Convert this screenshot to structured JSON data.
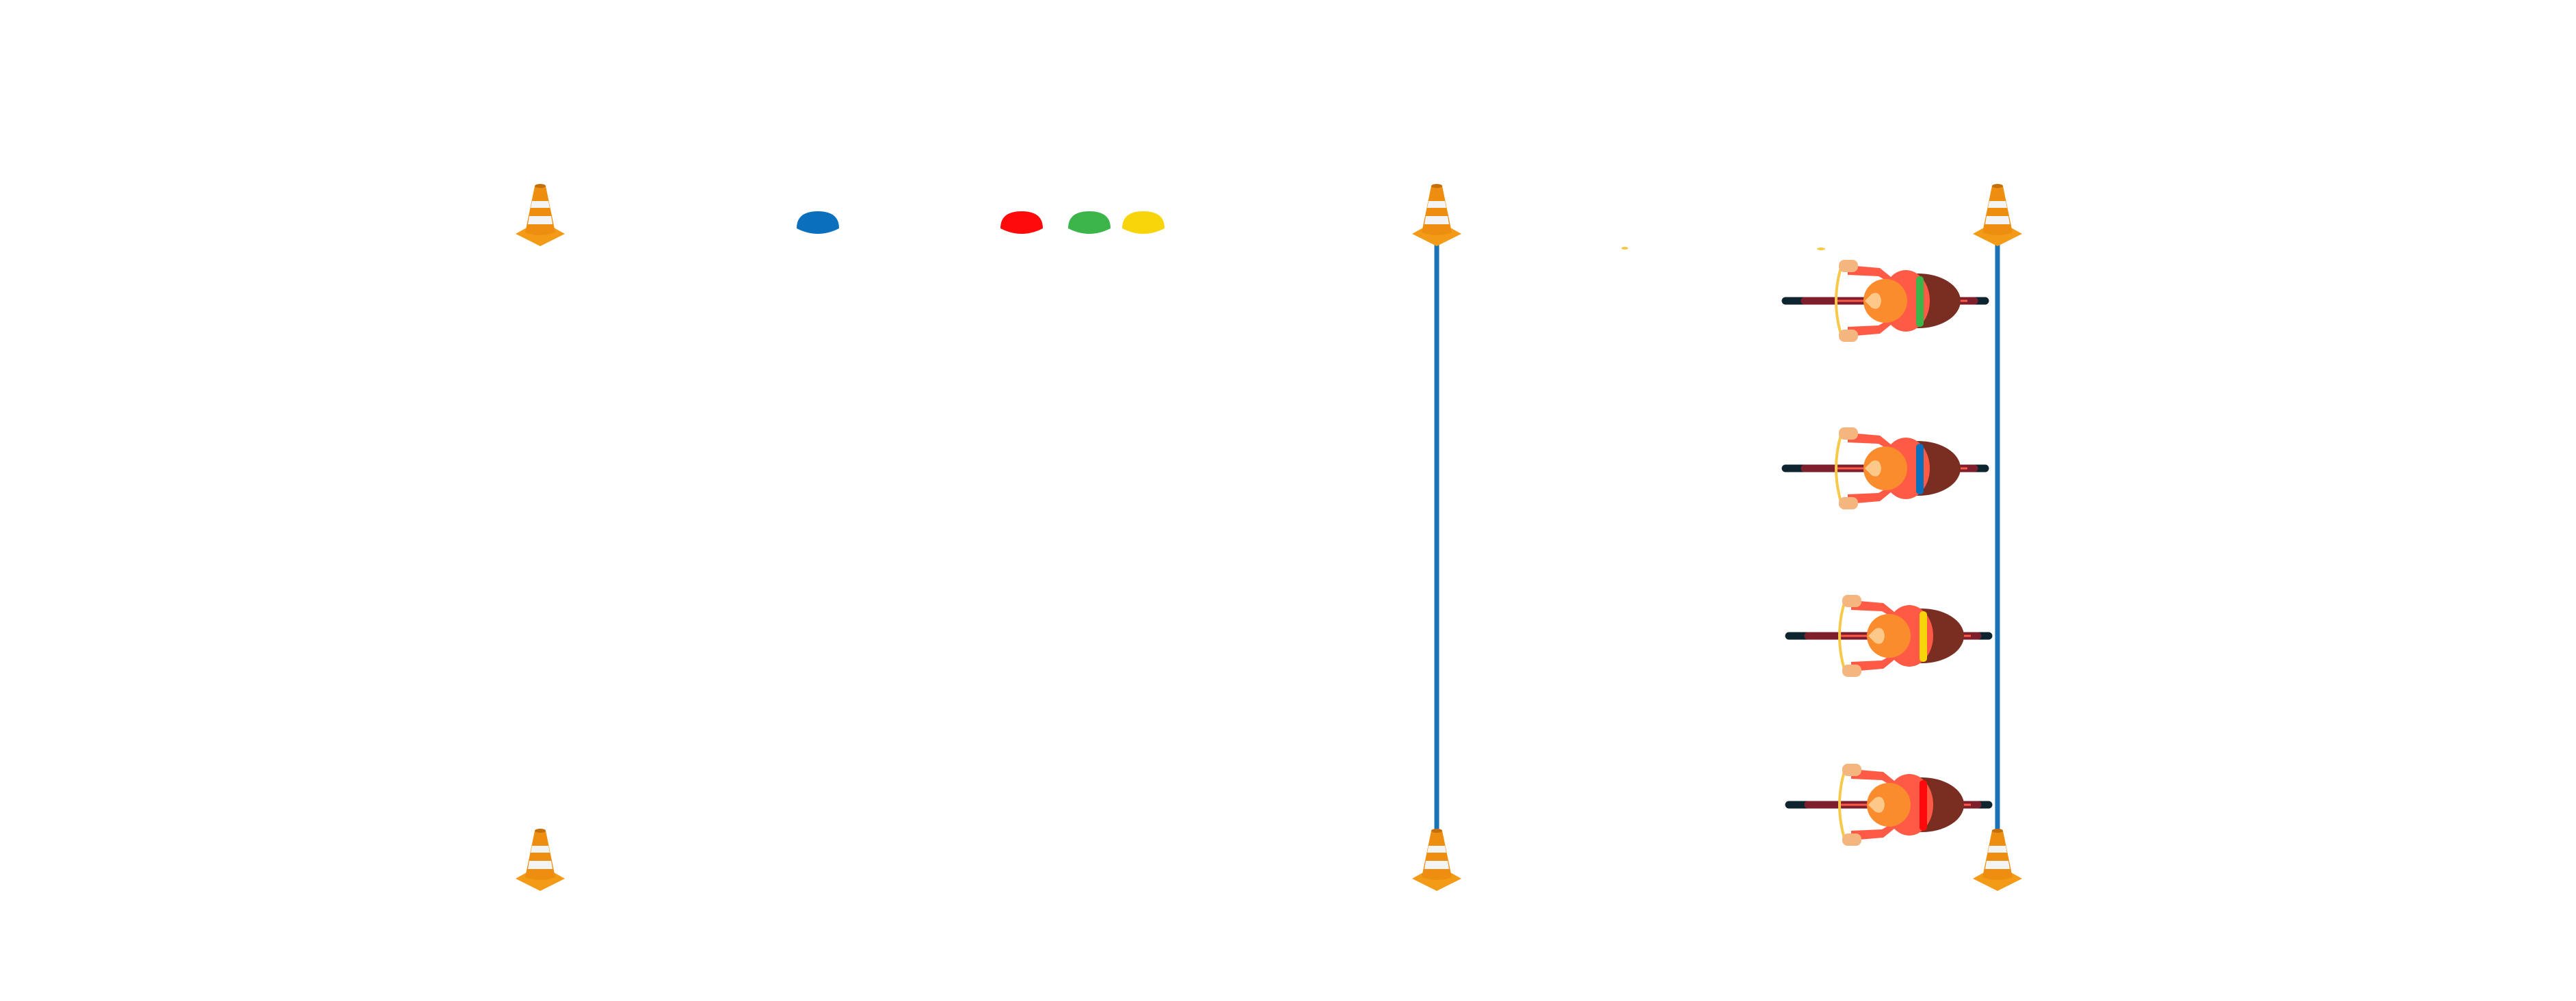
{
  "diagram": {
    "type": "cycling-drill-field",
    "colors": {
      "cone": "#f39a17",
      "cone_stripe": "#f4f4f4",
      "line": "#1a72b8",
      "dome_blue": "#0a6fbd",
      "dome_red": "#ff0a0a",
      "dome_green": "#3bb54a",
      "dome_yellow": "#f7d50a",
      "rider_shirt": "#ff5a45",
      "rider_back": "#7a2e22",
      "rider_head": "#fb8c2e",
      "rider_skin": "#f5b57f",
      "bike_frame": "#7f1f2e",
      "tire": "#0e2530",
      "handlebar": "#f7c948"
    },
    "icons": [
      "traffic-cone-icon",
      "marker-dome-icon",
      "cyclist-icon"
    ],
    "domes": [
      {
        "color": "#0a6fbd",
        "name": "blue"
      },
      {
        "color": "#ff0a0a",
        "name": "red"
      },
      {
        "color": "#3bb54a",
        "name": "green"
      },
      {
        "color": "#f7d50a",
        "name": "yellow"
      }
    ],
    "riders": [
      {
        "band_color": "#3bb54a"
      },
      {
        "band_color": "#0a6fbd"
      },
      {
        "band_color": "#f7d50a"
      },
      {
        "band_color": "#ff0a0a"
      }
    ]
  }
}
